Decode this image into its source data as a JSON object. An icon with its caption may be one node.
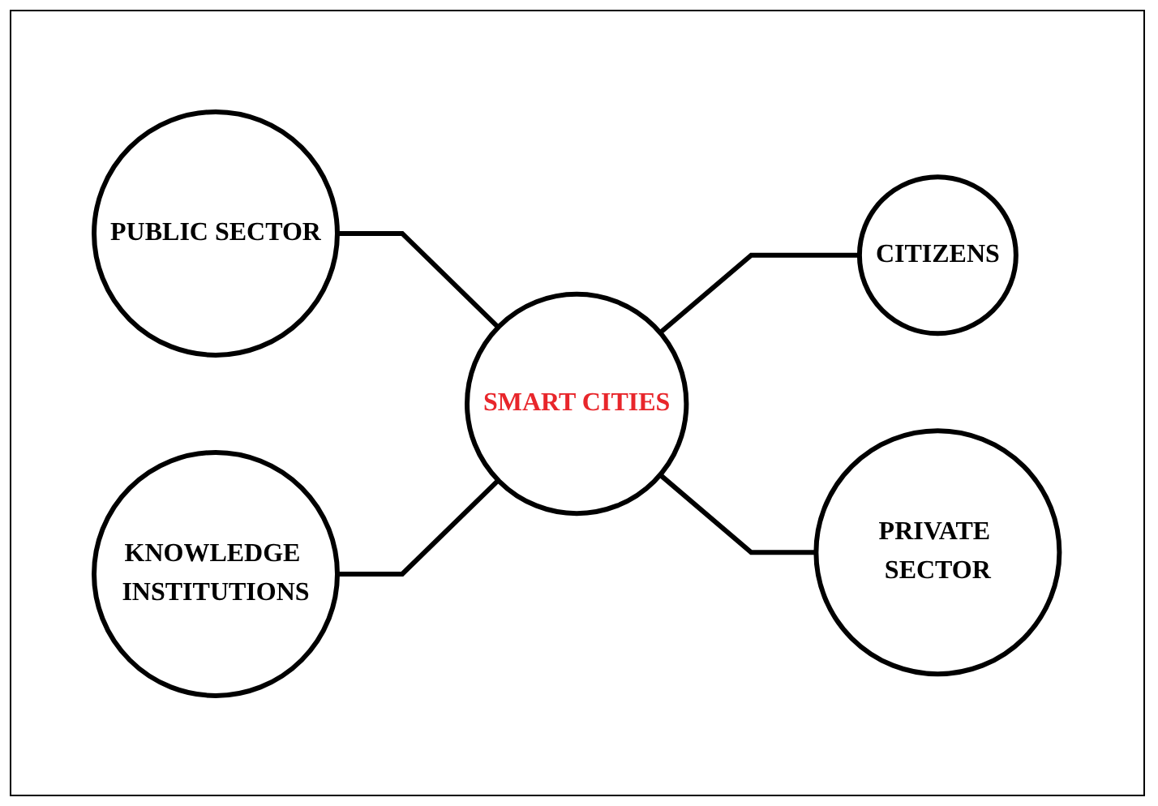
{
  "diagram": {
    "nodes": [
      {
        "text": [
          "PUBLIC SECTOR"
        ]
      },
      {
        "text": [
          "KNOWLEDGE INSTITUTIONS"
        ]
      },
      {
        "text": [
          "SMART CITIES"
        ]
      },
      {
        "text": [
          "CITIZENS"
        ]
      },
      {
        "text": [
          "PRIVATE SECTOR"
        ]
      }
    ],
    "edges": [
      {
        "from": 0,
        "to": 2,
        "arrow": "none"
      },
      {
        "from": 1,
        "to": 2,
        "arrow": "none"
      },
      {
        "from": 2,
        "to": 3,
        "arrow": "none"
      },
      {
        "from": 2,
        "to": 4,
        "arrow": "none"
      }
    ]
  }
}
